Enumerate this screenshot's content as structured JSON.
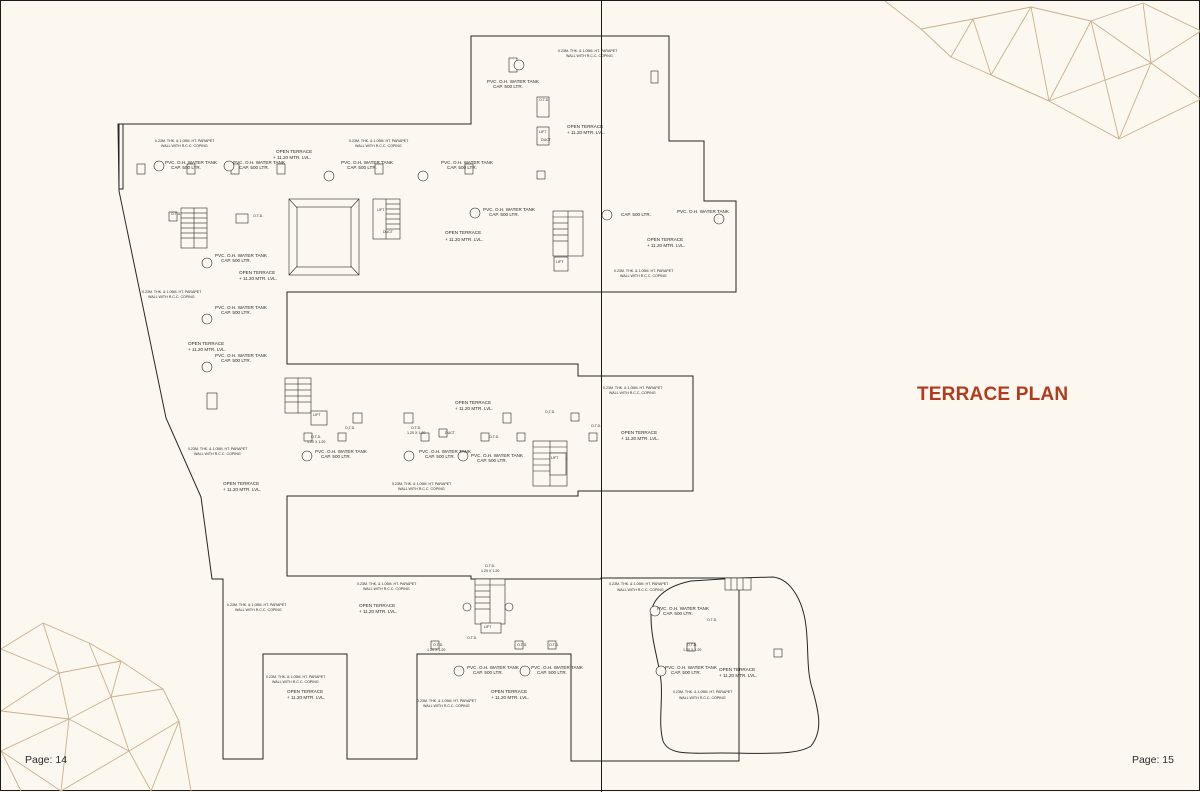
{
  "document": {
    "title": "TERRACE PLAN",
    "pages": {
      "left": "Page: 14",
      "right": "Page: 15"
    }
  },
  "plan_labels": {
    "open_terrace": "OPEN TERRACE",
    "level": "+ 11.20 MTR. LVL.",
    "parapet_line1": "0.23M. THK. & 1.05M. HT. PARAPET",
    "parapet_line2": "WALL WITH R.C.C. COPING",
    "tank_line1": "PVC. O.H. WATER TANK",
    "tank_line2": "CAP. 500 LTR.",
    "lift": "LIFT",
    "otd": "O.T.D.",
    "duct": "DUCT",
    "lift_size": "1.20 X 1.20"
  },
  "colors": {
    "title": "#b23a1d",
    "decoration": "#c8b08e",
    "paper": "#fcf8ef",
    "ink": "#262626"
  }
}
